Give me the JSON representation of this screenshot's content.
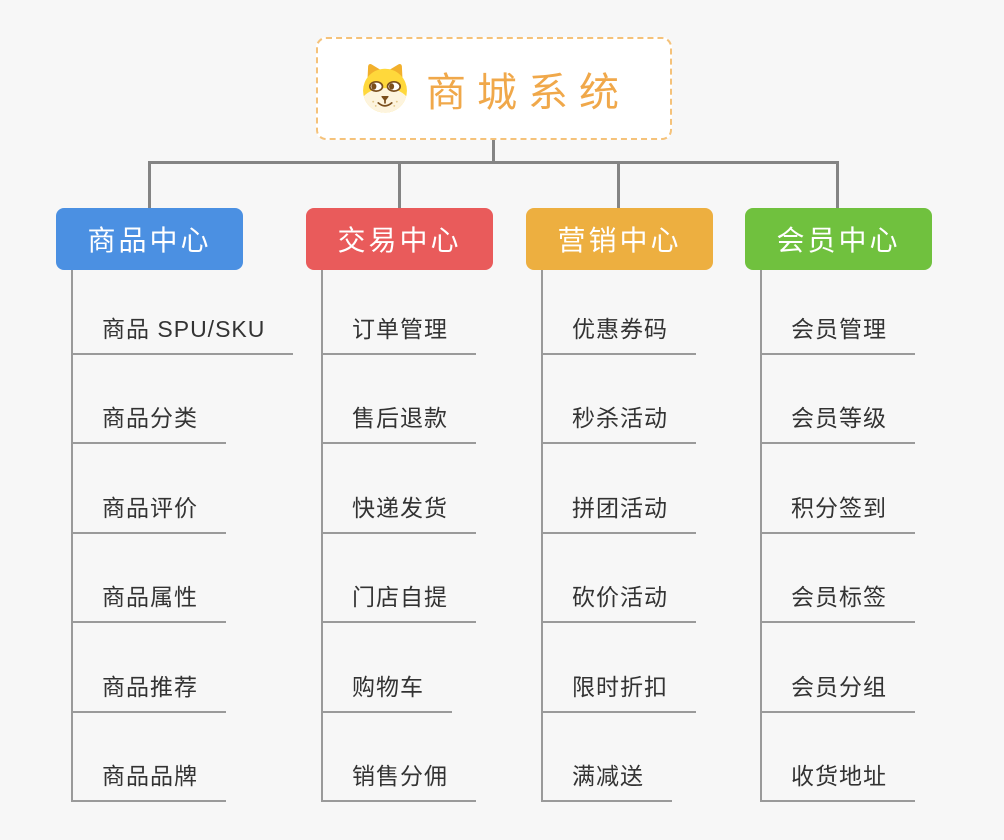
{
  "canvas": {
    "background": "#f7f7f7",
    "connector_color": "#848484",
    "branch_line_color": "#9a9a9a"
  },
  "root": {
    "label": "商城系统",
    "text_color": "#F0A84A",
    "border_color": "#F5C27A",
    "icon": "dog-face-icon"
  },
  "leaf_style": {
    "text_color": "#333333"
  },
  "branches": [
    {
      "label": "商品中心",
      "color": "#4B90E2",
      "children": [
        "商品 SPU/SKU",
        "商品分类",
        "商品评价",
        "商品属性",
        "商品推荐",
        "商品品牌"
      ]
    },
    {
      "label": "交易中心",
      "color": "#E95B5B",
      "children": [
        "订单管理",
        "售后退款",
        "快递发货",
        "门店自提",
        "购物车",
        "销售分佣"
      ]
    },
    {
      "label": "营销中心",
      "color": "#EDAF40",
      "children": [
        "优惠券码",
        "秒杀活动",
        "拼团活动",
        "砍价活动",
        "限时折扣",
        "满减送"
      ]
    },
    {
      "label": "会员中心",
      "color": "#70C13E",
      "children": [
        "会员管理",
        "会员等级",
        "积分签到",
        "会员标签",
        "会员分组",
        "收货地址"
      ]
    }
  ]
}
